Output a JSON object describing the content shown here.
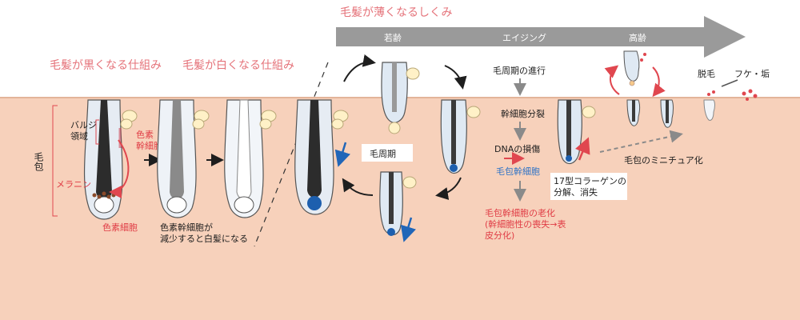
{
  "titles": {
    "black_hair": "毛髪が黒くなる仕組み",
    "white_hair": "毛髪が白くなる仕組み",
    "thinning": "毛髪が薄くなるしくみ"
  },
  "stages": {
    "young": "若齢",
    "aging": "エイジング",
    "old": "高齢"
  },
  "labels": {
    "hair_follicle": "毛包",
    "bulge": "バルジ",
    "region": "領域",
    "melanocyte_stem_1": "色素",
    "melanocyte_stem_2": "幹細胞",
    "melanin": "メラニン",
    "melanocyte": "色素細胞",
    "white_caption_1": "色素幹細胞が",
    "white_caption_2": "減少すると白髪になる",
    "hair_cycle": "毛周期",
    "cycle_progress": "毛周期の進行",
    "stem_division": "幹細胞分裂",
    "dna_damage": "DNAの損傷",
    "hfsc": "毛包幹細胞",
    "collagen_1": "17型コラーゲンの",
    "collagen_2": "分解、消失",
    "aging_1": "毛包幹細胞の老化",
    "aging_2": "(幹細胞性の喪失→表",
    "aging_3": "皮分化)",
    "miniaturization": "毛包のミニチュア化",
    "hair_loss": "脱毛",
    "dandruff": "フケ・垢"
  },
  "colors": {
    "skin": "#f7d1bb",
    "epidermis_line": "#e7b9a1",
    "pink_text": "#e5737a",
    "red_text": "#e03c45",
    "blue_text": "#2f73c6",
    "gray_text": "#7a7a7a",
    "arrow_gray": "#8a8a8a",
    "hair_dark": "#3c3c3c",
    "sheath_blue": "#cfe0ef",
    "gland_yellow": "#fff1c7",
    "blue_arrow": "#2166b8",
    "red_arrow": "#e0474f"
  }
}
